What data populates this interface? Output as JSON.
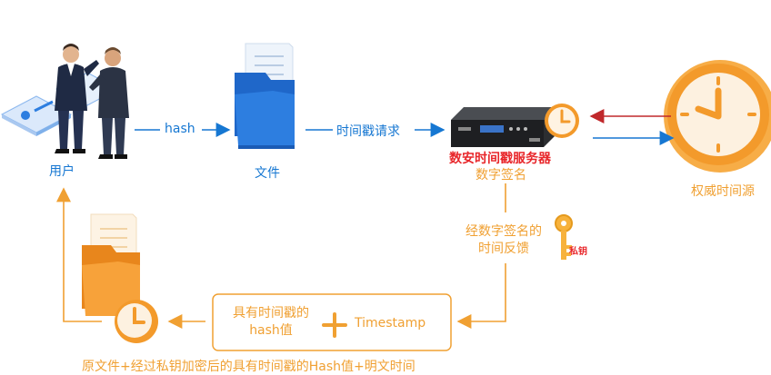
{
  "nodes": {
    "user": {
      "label": "用户"
    },
    "file": {
      "label": "文件"
    },
    "server": {
      "title": "数安时间戳服务器",
      "subtitle": "数字签名"
    },
    "authority": {
      "label": "权威时间源"
    },
    "result": {
      "caption": "原文件+经过私钥加密后的具有时间戳的Hash值+明文时间"
    }
  },
  "edges": {
    "user_to_file": "hash",
    "file_to_server": "时间戳请求",
    "server_feedback": [
      "经数字签名的",
      "时间反馈"
    ],
    "private_key": "私钥"
  },
  "combine_box": {
    "left_lines": [
      "具有时间戳的",
      "hash值"
    ],
    "plus": "+",
    "right": "Timestamp"
  },
  "colors": {
    "blue": "#1677d2",
    "orange": "#f0a032",
    "red": "#e8262a",
    "dark_red": "#c0282b",
    "folder_blue": "#2d7ee0",
    "folder_orange": "#f39a2b"
  }
}
